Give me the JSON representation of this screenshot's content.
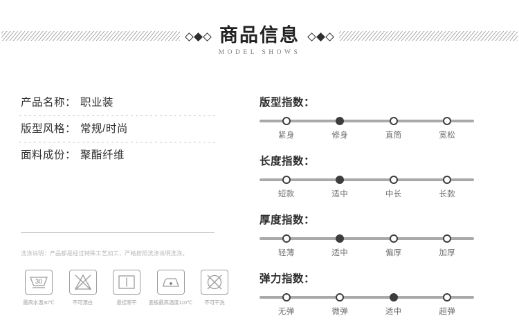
{
  "header": {
    "title": "商品信息",
    "subtitle": "MODEL SHOWS",
    "ornament_left": "diamond-outline",
    "ornament_right": "diamond-solid"
  },
  "specs": [
    {
      "label": "产品名称：",
      "value": "职业装"
    },
    {
      "label": "版型风格：",
      "value": "常规/时尚"
    },
    {
      "label": "面料成份：",
      "value": "聚酯纤维"
    }
  ],
  "wash_note": "洗涤说明：产品都是经过特殊工艺加工，严格按照洗涤说明洗涤。",
  "care_symbols": [
    {
      "icon": "wash-tub-30-icon",
      "label": "最高水温30℃",
      "value": "30"
    },
    {
      "icon": "no-bleach-icon",
      "label": "不可漂白"
    },
    {
      "icon": "line-dry-icon",
      "label": "悬挂晾干"
    },
    {
      "icon": "iron-low-icon",
      "label": "底板最高温度110℃"
    },
    {
      "icon": "no-dry-clean-icon",
      "label": "不可干洗"
    }
  ],
  "indices": [
    {
      "title": "版型指数：",
      "options": [
        "紧身",
        "修身",
        "直筒",
        "宽松"
      ],
      "selected_index": 1
    },
    {
      "title": "长度指数：",
      "options": [
        "短款",
        "适中",
        "中长",
        "长款"
      ],
      "selected_index": 1
    },
    {
      "title": "厚度指数：",
      "options": [
        "轻薄",
        "适中",
        "偏厚",
        "加厚"
      ],
      "selected_index": 1
    },
    {
      "title": "弹力指数：",
      "options": [
        "无弹",
        "微弹",
        "适中",
        "超弹"
      ],
      "selected_index": 2
    }
  ],
  "colors": {
    "track": "#a9a9a9",
    "dot_active": "#3d3d3d",
    "text_primary": "#2b2b2b",
    "text_muted": "#6f6f6f",
    "hairline": "#bfbfbf"
  }
}
